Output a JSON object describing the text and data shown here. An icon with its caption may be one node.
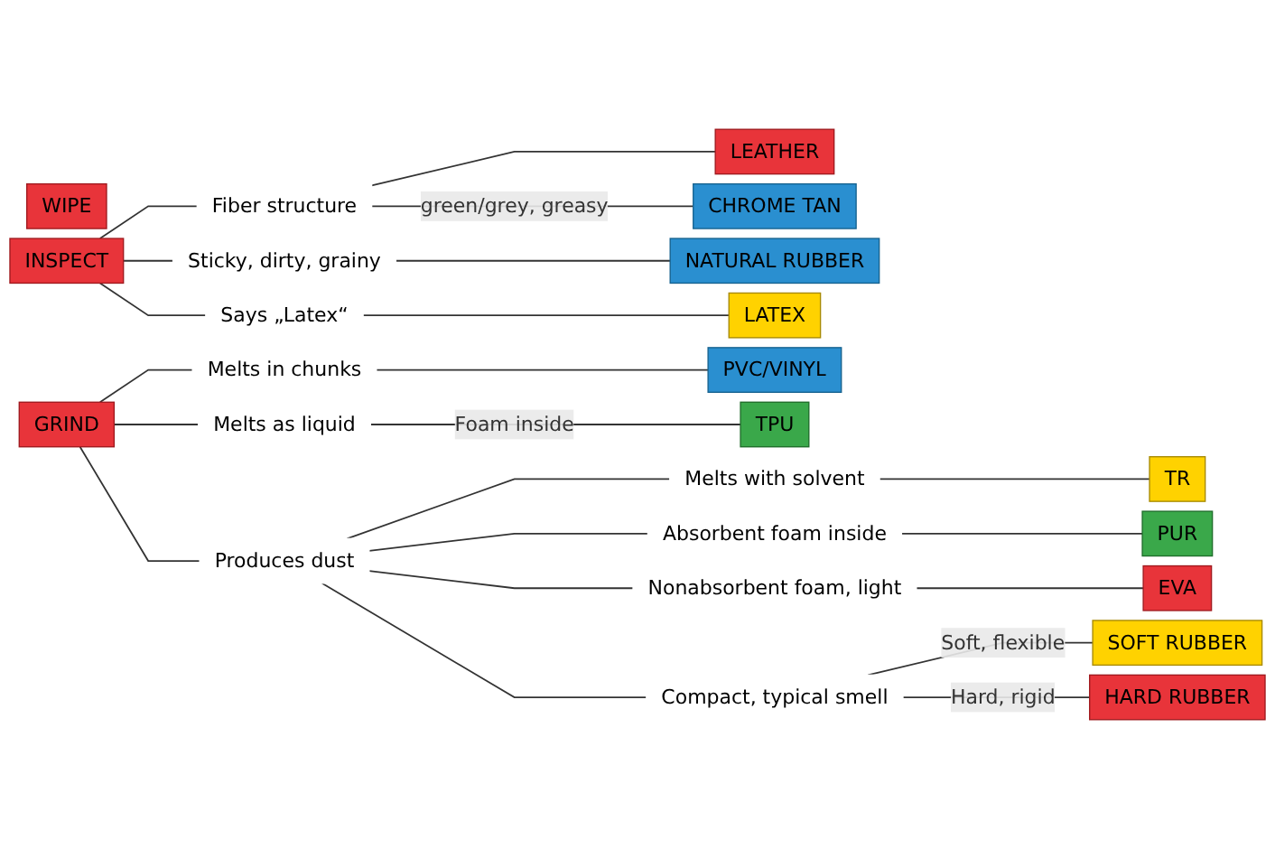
{
  "diagram": {
    "nodes": [
      {
        "text": [
          "INSPECT"
        ]
      },
      {
        "text": [
          "Fiber structure"
        ]
      },
      {
        "text": [
          "Sticky, dirty, grainy"
        ]
      },
      {
        "text": [
          "Says „Latex“"
        ]
      },
      {
        "text": [
          "GRIND"
        ]
      },
      {
        "text": [
          "Melts in chunks"
        ]
      },
      {
        "text": [
          "Melts as liquid"
        ]
      },
      {
        "text": [
          "Produces dust"
        ]
      },
      {
        "text": [
          "Melts with solvent"
        ]
      },
      {
        "text": [
          "Absorbent foam inside"
        ]
      },
      {
        "text": [
          "WIPE"
        ]
      },
      {
        "text": [
          "Nonabsorbent foam, light"
        ]
      },
      {
        "text": [
          "Compact, typical smell"
        ]
      },
      {
        "text": [
          "LEATHER"
        ]
      },
      {
        "text": [
          "CHROME TAN"
        ]
      },
      {
        "text": [
          "NATURAL RUBBER"
        ]
      },
      {
        "text": [
          "LATEX"
        ]
      },
      {
        "text": [
          "PVC/VINYL"
        ]
      },
      {
        "text": [
          "TPU"
        ]
      },
      {
        "text": [
          "TR"
        ]
      },
      {
        "text": [
          "PUR"
        ]
      },
      {
        "text": [
          "EVA"
        ]
      },
      {
        "text": [
          "SOFT RUBBER"
        ]
      },
      {
        "text": [
          "HARD RUBBER"
        ]
      }
    ],
    "edges": [
      {
        "from": 0,
        "to": 1,
        "arrow": "none"
      },
      {
        "from": 0,
        "to": 2,
        "arrow": "none"
      },
      {
        "from": 0,
        "to": 3,
        "arrow": "none"
      },
      {
        "from": 1,
        "to": 13,
        "arrow": "none"
      },
      {
        "from": 1,
        "to": 14,
        "arrow": "none",
        "label": "green/grey, greasy"
      },
      {
        "from": 2,
        "to": 15,
        "arrow": "none"
      },
      {
        "from": 3,
        "to": 16,
        "arrow": "none"
      },
      {
        "from": 4,
        "to": 5,
        "arrow": "none"
      },
      {
        "from": 4,
        "to": 6,
        "arrow": "none"
      },
      {
        "from": 4,
        "to": 7,
        "arrow": "none"
      },
      {
        "from": 5,
        "to": 17,
        "arrow": "none"
      },
      {
        "from": 6,
        "to": 18,
        "arrow": "none",
        "label": "Foam inside"
      },
      {
        "from": 7,
        "to": 8,
        "arrow": "none"
      },
      {
        "from": 7,
        "to": 9,
        "arrow": "none"
      },
      {
        "from": 7,
        "to": 11,
        "arrow": "none"
      },
      {
        "from": 7,
        "to": 12,
        "arrow": "none"
      },
      {
        "from": 8,
        "to": 19,
        "arrow": "none"
      },
      {
        "from": 9,
        "to": 20,
        "arrow": "none"
      },
      {
        "from": 11,
        "to": 21,
        "arrow": "none"
      },
      {
        "from": 12,
        "to": 22,
        "arrow": "none",
        "label": "Soft, flexible"
      },
      {
        "from": 12,
        "to": 23,
        "arrow": "none",
        "label": "Hard, rigid"
      }
    ]
  }
}
